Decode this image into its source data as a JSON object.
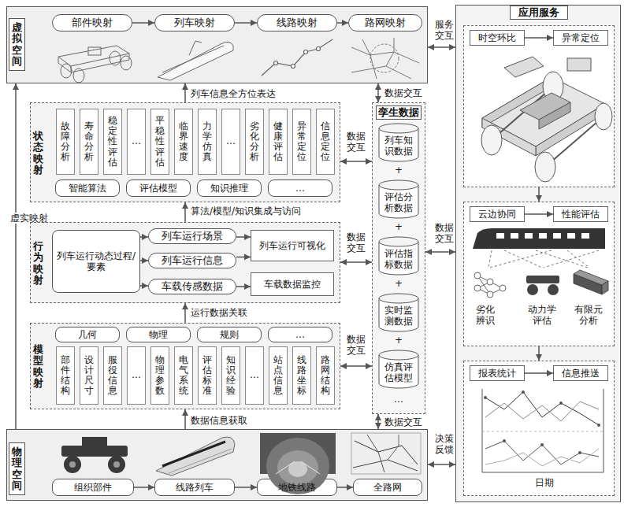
{
  "diagram": {
    "nodes": [
      {
        "text": [
          "虚拟空间"
        ]
      },
      {
        "text": [
          "部件映射"
        ],
        "in": 0
      },
      {
        "text": [
          "列车映射"
        ],
        "in": 0
      },
      {
        "text": [
          "线路映射"
        ],
        "in": 0
      },
      {
        "text": [
          "路网映射"
        ],
        "in": 0
      },
      {
        "text": [
          "状态映射"
        ]
      },
      {
        "text": [
          "故障分析"
        ],
        "in": 5
      },
      {
        "text": [
          "寿命分析"
        ],
        "in": 5
      },
      {
        "text": [
          "稳定性评估"
        ],
        "in": 5
      },
      {
        "text": [
          "…"
        ],
        "in": 5
      },
      {
        "text": [
          "平稳性评估"
        ],
        "in": 5
      },
      {
        "text": [
          "临界速度"
        ],
        "in": 5
      },
      {
        "text": [
          "力学仿真"
        ],
        "in": 5
      },
      {
        "text": [
          "…"
        ],
        "in": 5
      },
      {
        "text": [
          "劣化分析"
        ],
        "in": 5
      },
      {
        "text": [
          "健康评估"
        ],
        "in": 5
      },
      {
        "text": [
          "异常定位"
        ],
        "in": 5
      },
      {
        "text": [
          "信息定位"
        ],
        "in": 5
      },
      {
        "text": [
          "智能算法"
        ],
        "in": 5
      },
      {
        "text": [
          "评估模型"
        ],
        "in": 5
      },
      {
        "text": [
          "知识推理"
        ],
        "in": 5
      },
      {
        "text": [
          "…"
        ],
        "in": 5
      },
      {
        "text": [
          "行为映射"
        ]
      },
      {
        "text": [
          "列车运行动态过程/要素"
        ],
        "in": 22
      },
      {
        "text": [
          "列车运行场景"
        ],
        "in": 22
      },
      {
        "text": [
          "列车运行可视化"
        ],
        "in": 22
      },
      {
        "text": [
          "列车运行信息"
        ],
        "in": 22
      },
      {
        "text": [
          "车载传感数据"
        ],
        "in": 22
      },
      {
        "text": [
          "车载数据监控"
        ],
        "in": 22
      },
      {
        "text": [
          "模型映射"
        ]
      },
      {
        "text": [
          "几何"
        ],
        "in": 29
      },
      {
        "text": [
          "物理"
        ],
        "in": 29
      },
      {
        "text": [
          "规则"
        ],
        "in": 29
      },
      {
        "text": [
          "…"
        ],
        "in": 29
      },
      {
        "text": [
          "部件结构"
        ],
        "in": 29
      },
      {
        "text": [
          "设计尺寸"
        ],
        "in": 29
      },
      {
        "text": [
          "服役信息"
        ],
        "in": 29
      },
      {
        "text": [
          "…"
        ],
        "in": 29
      },
      {
        "text": [
          "物理参数"
        ],
        "in": 29
      },
      {
        "text": [
          "电气系统"
        ],
        "in": 29
      },
      {
        "text": [
          "评估标准"
        ],
        "in": 29
      },
      {
        "text": [
          "知识经验"
        ],
        "in": 29
      },
      {
        "text": [
          "…"
        ],
        "in": 29
      },
      {
        "text": [
          "站点信息"
        ],
        "in": 29
      },
      {
        "text": [
          "线路坐标"
        ],
        "in": 29
      },
      {
        "text": [
          "路网结构"
        ],
        "in": 29
      },
      {
        "text": [
          "物理空间"
        ]
      },
      {
        "text": [
          "组织部件"
        ],
        "in": 46
      },
      {
        "text": [
          "线路列车"
        ],
        "in": 46
      },
      {
        "text": [
          "地铁线路"
        ],
        "in": 46
      },
      {
        "text": [
          "全路网"
        ],
        "in": 46
      },
      {
        "text": [
          "孪生数据"
        ]
      },
      {
        "text": [
          "列车知识数据"
        ],
        "in": 51
      },
      {
        "text": [
          "评估分析数据"
        ],
        "in": 51
      },
      {
        "text": [
          "评估指标数据"
        ],
        "in": 51
      },
      {
        "text": [
          "实时监测数据"
        ],
        "in": 51
      },
      {
        "text": [
          "仿真评估模型"
        ],
        "in": 51
      },
      {
        "text": [
          "应用服务"
        ]
      },
      {
        "text": [],
        "in": 57
      },
      {
        "text": [
          "时空环比"
        ],
        "in": 58
      },
      {
        "text": [
          "异常定位"
        ],
        "in": 58
      },
      {
        "text": [],
        "in": 57
      },
      {
        "text": [
          "云边协同"
        ],
        "in": 61
      },
      {
        "text": [
          "性能评估"
        ],
        "in": 61
      },
      {
        "text": [],
        "in": 57
      },
      {
        "text": [
          "报表统计"
        ],
        "in": 64
      },
      {
        "text": [
          "信息推送"
        ],
        "in": 64
      }
    ],
    "edges": [
      {
        "from": 1,
        "to": 2,
        "arrow": "to"
      },
      {
        "from": 2,
        "to": 3,
        "arrow": "to"
      },
      {
        "from": 3,
        "to": 4,
        "arrow": "to"
      },
      {
        "from": 5,
        "to": 0,
        "label": "列车信息全方位表达",
        "arrow": "to"
      },
      {
        "from": 22,
        "to": 5,
        "label": "算法/模型/知识集成与访问",
        "arrow": "to"
      },
      {
        "from": 23,
        "to": 24,
        "arrow": "to"
      },
      {
        "from": 23,
        "to": 26,
        "arrow": "to"
      },
      {
        "from": 23,
        "to": 27,
        "arrow": "to"
      },
      {
        "from": 24,
        "to": 25,
        "arrow": "to"
      },
      {
        "from": 26,
        "to": 25,
        "arrow": "to"
      },
      {
        "from": 27,
        "to": 28,
        "arrow": "to"
      },
      {
        "from": 29,
        "to": 22,
        "label": "运行数据关联",
        "arrow": "to"
      },
      {
        "from": 46,
        "to": 29,
        "label": "数据信息获取",
        "arrow": "to"
      },
      {
        "from": 47,
        "to": 48,
        "arrow": "to"
      },
      {
        "from": 48,
        "to": 49,
        "arrow": "to"
      },
      {
        "from": 49,
        "to": 50,
        "arrow": "to"
      },
      {
        "from": 46,
        "to": 0,
        "label": "虚实映射",
        "arrow": "to"
      },
      {
        "from": 5,
        "to": 51,
        "label": "数据交互",
        "arrow": "both"
      },
      {
        "from": 22,
        "to": 51,
        "label": "数据交互",
        "arrow": "both"
      },
      {
        "from": 29,
        "to": 51,
        "label": "数据交互",
        "arrow": "both"
      },
      {
        "from": 51,
        "to": 0,
        "label": "数据交互",
        "arrow": "both"
      },
      {
        "from": 51,
        "to": 46,
        "label": "数据交互",
        "arrow": "both"
      },
      {
        "from": 0,
        "to": 57,
        "label": "服务交互",
        "arrow": "both"
      },
      {
        "from": 51,
        "to": 57,
        "label": "数据交互",
        "arrow": "both"
      },
      {
        "from": 46,
        "to": 57,
        "label": "决策反馈",
        "arrow": "both"
      },
      {
        "from": 59,
        "to": 60,
        "arrow": "to"
      },
      {
        "from": 58,
        "to": 61,
        "arrow": "to"
      },
      {
        "from": 62,
        "to": 63,
        "arrow": "to"
      },
      {
        "from": 61,
        "to": 64,
        "arrow": "to"
      },
      {
        "from": 65,
        "to": 66,
        "arrow": "to"
      }
    ],
    "labels": [
      "+",
      "+",
      "+",
      "+",
      "…",
      "劣化辨识",
      "动力学评估",
      "有限元分析",
      "日期"
    ]
  }
}
